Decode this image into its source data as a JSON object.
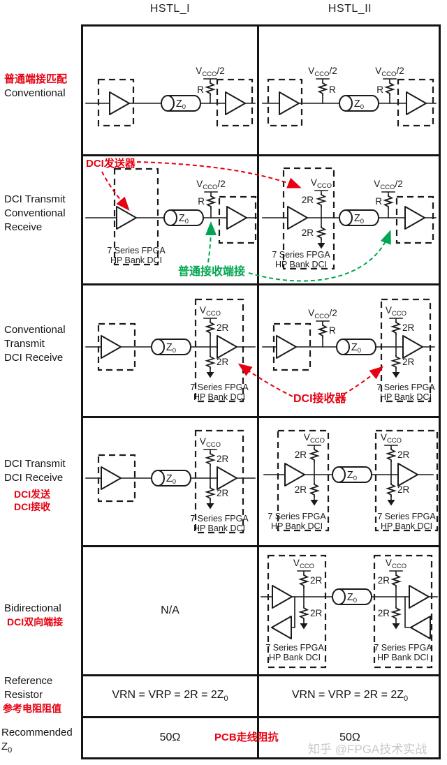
{
  "header": {
    "col1": "HSTL_I",
    "col2": "HSTL_II"
  },
  "row_labels": {
    "r1_zh": "普通端接匹配",
    "r1_en": "Conventional",
    "r2_l1": "DCI Transmit",
    "r2_l2": "Conventional",
    "r2_l3": "Receive",
    "r3_l1": "Conventional",
    "r3_l2": "Transmit",
    "r3_l3": "DCI Receive",
    "r4_l1": "DCI Transmit",
    "r4_l2": "DCI Receive",
    "r4_zh1": "DCI发送",
    "r4_zh2": "DCI接收",
    "r5_en": "Bidirectional",
    "r5_zh": "DCI双向端接",
    "r6_l1": "Reference",
    "r6_l2": "Resistor",
    "r6_zh": "参考电阻阻值",
    "r7_l1": "Recommended",
    "r7_z": "Z",
    "r7_zero": "0"
  },
  "labels": {
    "v": "V",
    "cco": "CCO",
    "half": "/2",
    "r": "R",
    "two_r": "2R",
    "z": "Z",
    "zero": "0",
    "fpga1": "7 Series FPGA",
    "fpga2": "HP Bank DCI",
    "na": "N/A"
  },
  "cells": {
    "ref_formula": "VRN = VRP = 2R = 2Z",
    "ref_formula_sub": "0",
    "z0_value": "50Ω"
  },
  "annotations": {
    "dci_tx": "DCI发送器",
    "conv_rx": "普通接收端接",
    "dci_rx": "DCI接收器",
    "pcb": "PCB走线阻抗",
    "watermark": "知乎 @FPGA技术实战"
  },
  "colors": {
    "red": "#e60012",
    "green": "#00a651",
    "ink": "#1a1a1a",
    "border": "#141414",
    "watermark_gray": "#c8c8c8"
  }
}
